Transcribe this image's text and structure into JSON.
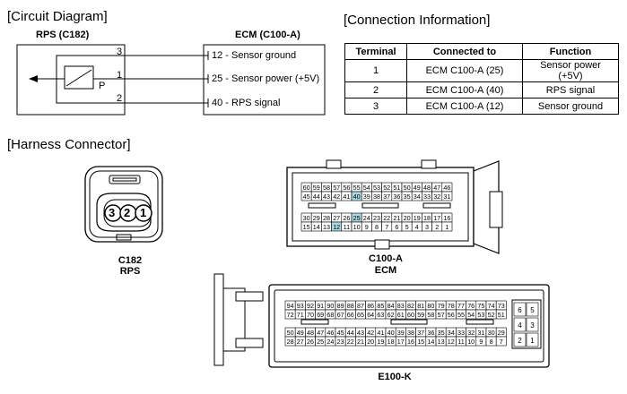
{
  "circuit": {
    "section_title": "[Circuit Diagram]",
    "sensor_label": "RPS (C182)",
    "ecm_label": "ECM (C100-A)",
    "sensor_pin_p": "P",
    "sensor_pins": [
      "3",
      "1",
      "2"
    ],
    "ecm_pins": [
      {
        "label": "12 - Sensor ground"
      },
      {
        "label": "25 - Sensor power (+5V)"
      },
      {
        "label": "40 - RPS signal"
      }
    ]
  },
  "connection": {
    "section_title": "[Connection Information]",
    "headers": [
      "Terminal",
      "Connected to",
      "Function"
    ],
    "rows": [
      [
        "1",
        "ECM C100-A (25)",
        "Sensor power (+5V)"
      ],
      [
        "2",
        "ECM C100-A (40)",
        "RPS signal"
      ],
      [
        "3",
        "ECM C100-A (12)",
        "Sensor ground"
      ]
    ]
  },
  "harness": {
    "section_title": "[Harness Connector]",
    "c182": {
      "code": "C182",
      "name": "RPS",
      "pins": [
        "3",
        "2",
        "1"
      ]
    },
    "c100a": {
      "code": "C100-A",
      "name": "ECM",
      "rows": [
        [
          "60",
          "59",
          "58",
          "57",
          "56",
          "55",
          "54",
          "53",
          "52",
          "51",
          "50",
          "49",
          "48",
          "47",
          "46"
        ],
        [
          "45",
          "44",
          "43",
          "42",
          "41",
          "40",
          "39",
          "38",
          "37",
          "36",
          "35",
          "34",
          "33",
          "32",
          "31"
        ],
        [
          "30",
          "29",
          "28",
          "27",
          "26",
          "25",
          "24",
          "23",
          "22",
          "21",
          "20",
          "19",
          "18",
          "17",
          "16"
        ],
        [
          "15",
          "14",
          "13",
          "12",
          "11",
          "10",
          "9",
          "8",
          "7",
          "6",
          "5",
          "4",
          "3",
          "2",
          "1"
        ]
      ],
      "highlighted": [
        "40",
        "25",
        "12"
      ],
      "highlight_color": "#a9d8e0"
    },
    "e100k": {
      "code": "E100-K",
      "rows": [
        [
          "94",
          "93",
          "92",
          "91",
          "90",
          "89",
          "88",
          "87",
          "86",
          "85",
          "84",
          "83",
          "82",
          "81",
          "80",
          "79",
          "78",
          "77",
          "76",
          "75",
          "74",
          "73"
        ],
        [
          "72",
          "71",
          "70",
          "69",
          "68",
          "67",
          "66",
          "65",
          "64",
          "63",
          "62",
          "61",
          "60",
          "59",
          "58",
          "57",
          "56",
          "55",
          "54",
          "53",
          "52",
          "51"
        ],
        [
          "50",
          "49",
          "48",
          "47",
          "46",
          "45",
          "44",
          "43",
          "42",
          "41",
          "40",
          "39",
          "38",
          "37",
          "36",
          "35",
          "34",
          "33",
          "32",
          "31",
          "30",
          "29"
        ],
        [
          "28",
          "27",
          "26",
          "25",
          "24",
          "23",
          "22",
          "21",
          "20",
          "19",
          "18",
          "17",
          "16",
          "15",
          "14",
          "13",
          "12",
          "11",
          "10",
          "9",
          "8",
          "7"
        ]
      ],
      "side_pins": [
        [
          "6",
          "5"
        ],
        [
          "4",
          "3"
        ],
        [
          "2",
          "1"
        ]
      ]
    }
  }
}
